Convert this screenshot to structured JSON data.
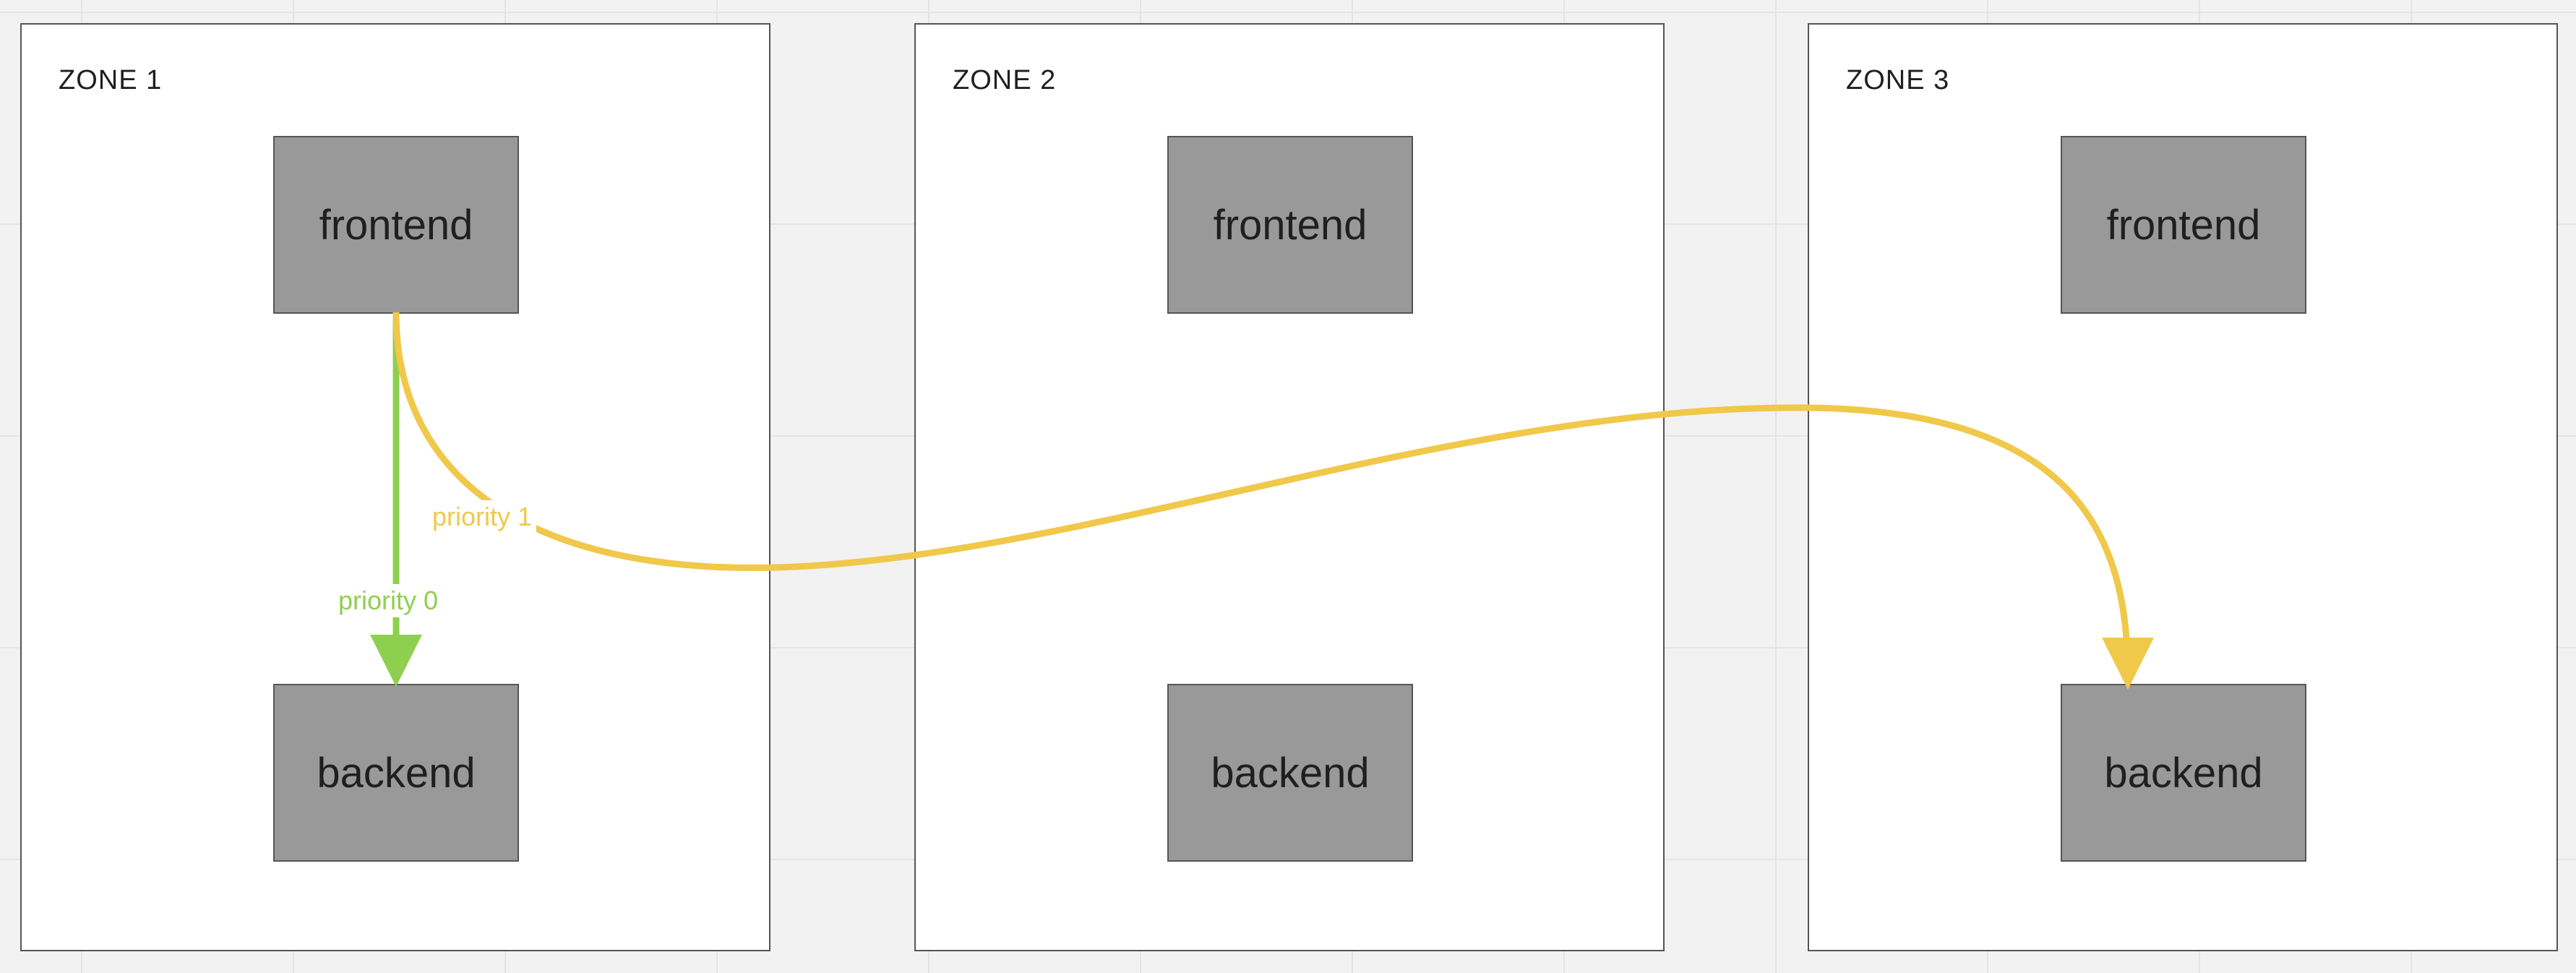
{
  "zones": [
    {
      "label": "ZONE 1",
      "frontend": "frontend",
      "backend": "backend"
    },
    {
      "label": "ZONE 2",
      "frontend": "frontend",
      "backend": "backend"
    },
    {
      "label": "ZONE 3",
      "frontend": "frontend",
      "backend": "backend"
    }
  ],
  "edges": [
    {
      "label": "priority 0",
      "from": "zone 1 frontend",
      "to": "zone 1 backend",
      "color": "#8fcf4f"
    },
    {
      "label": "priority 1",
      "from": "zone 1 frontend",
      "to": "zone 3 backend",
      "color": "#f0c84a"
    }
  ],
  "colors": {
    "canvas": "#f2f2f2",
    "zone_fill": "#ffffff",
    "service_fill": "#999999",
    "border": "#555555",
    "text": "#1f1f1f"
  }
}
